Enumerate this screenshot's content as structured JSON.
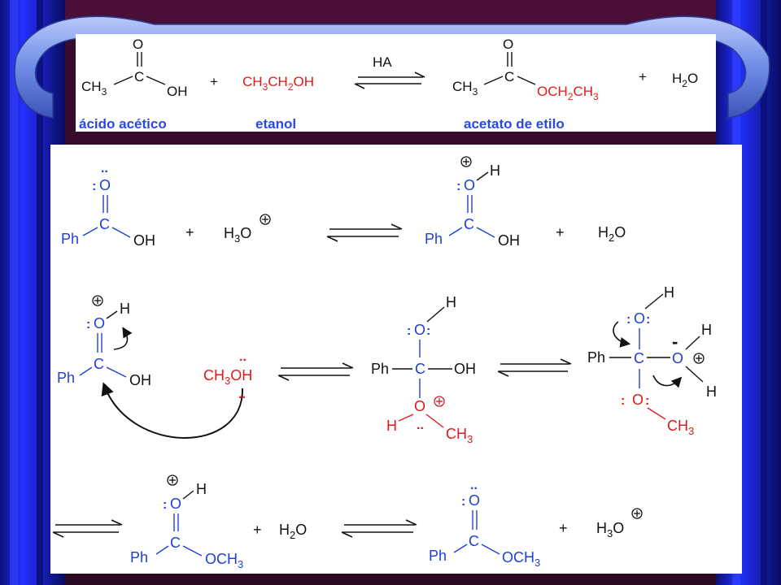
{
  "top_reaction": {
    "reactant1": {
      "CH3": "CH",
      "OH": "OH",
      "O": "O",
      "C": "C",
      "label": "ácido acético"
    },
    "reactant2": {
      "formula": "CH",
      "label": "etanol"
    },
    "catalyst": "HA",
    "product1": {
      "CH3": "CH",
      "O": "O",
      "C": "C",
      "OEt": "OCH",
      "label": "acetato de etilo"
    },
    "product2": "H",
    "plus": "+",
    "sub3": "3",
    "sub2": "2",
    "O_letter": "O"
  },
  "mechanism": {
    "Ph": "Ph",
    "C": "C",
    "O": "O",
    "OH": "OH",
    "H": "H",
    "plus": "+",
    "H3O_H": "H",
    "sub3": "3",
    "sub2": "2",
    "methanol": "CH",
    "OCH": "OCH",
    "CH": "CH",
    "lone_pair": "..",
    "minus": "-"
  },
  "colors": {
    "background": "#3a0c2c",
    "curtain_blue": "#1a24d8",
    "ribbon": "#7a96e8",
    "black_atoms": "#111111",
    "blue_atoms": "#1f3fd6",
    "red_atoms": "#e01a1a"
  }
}
